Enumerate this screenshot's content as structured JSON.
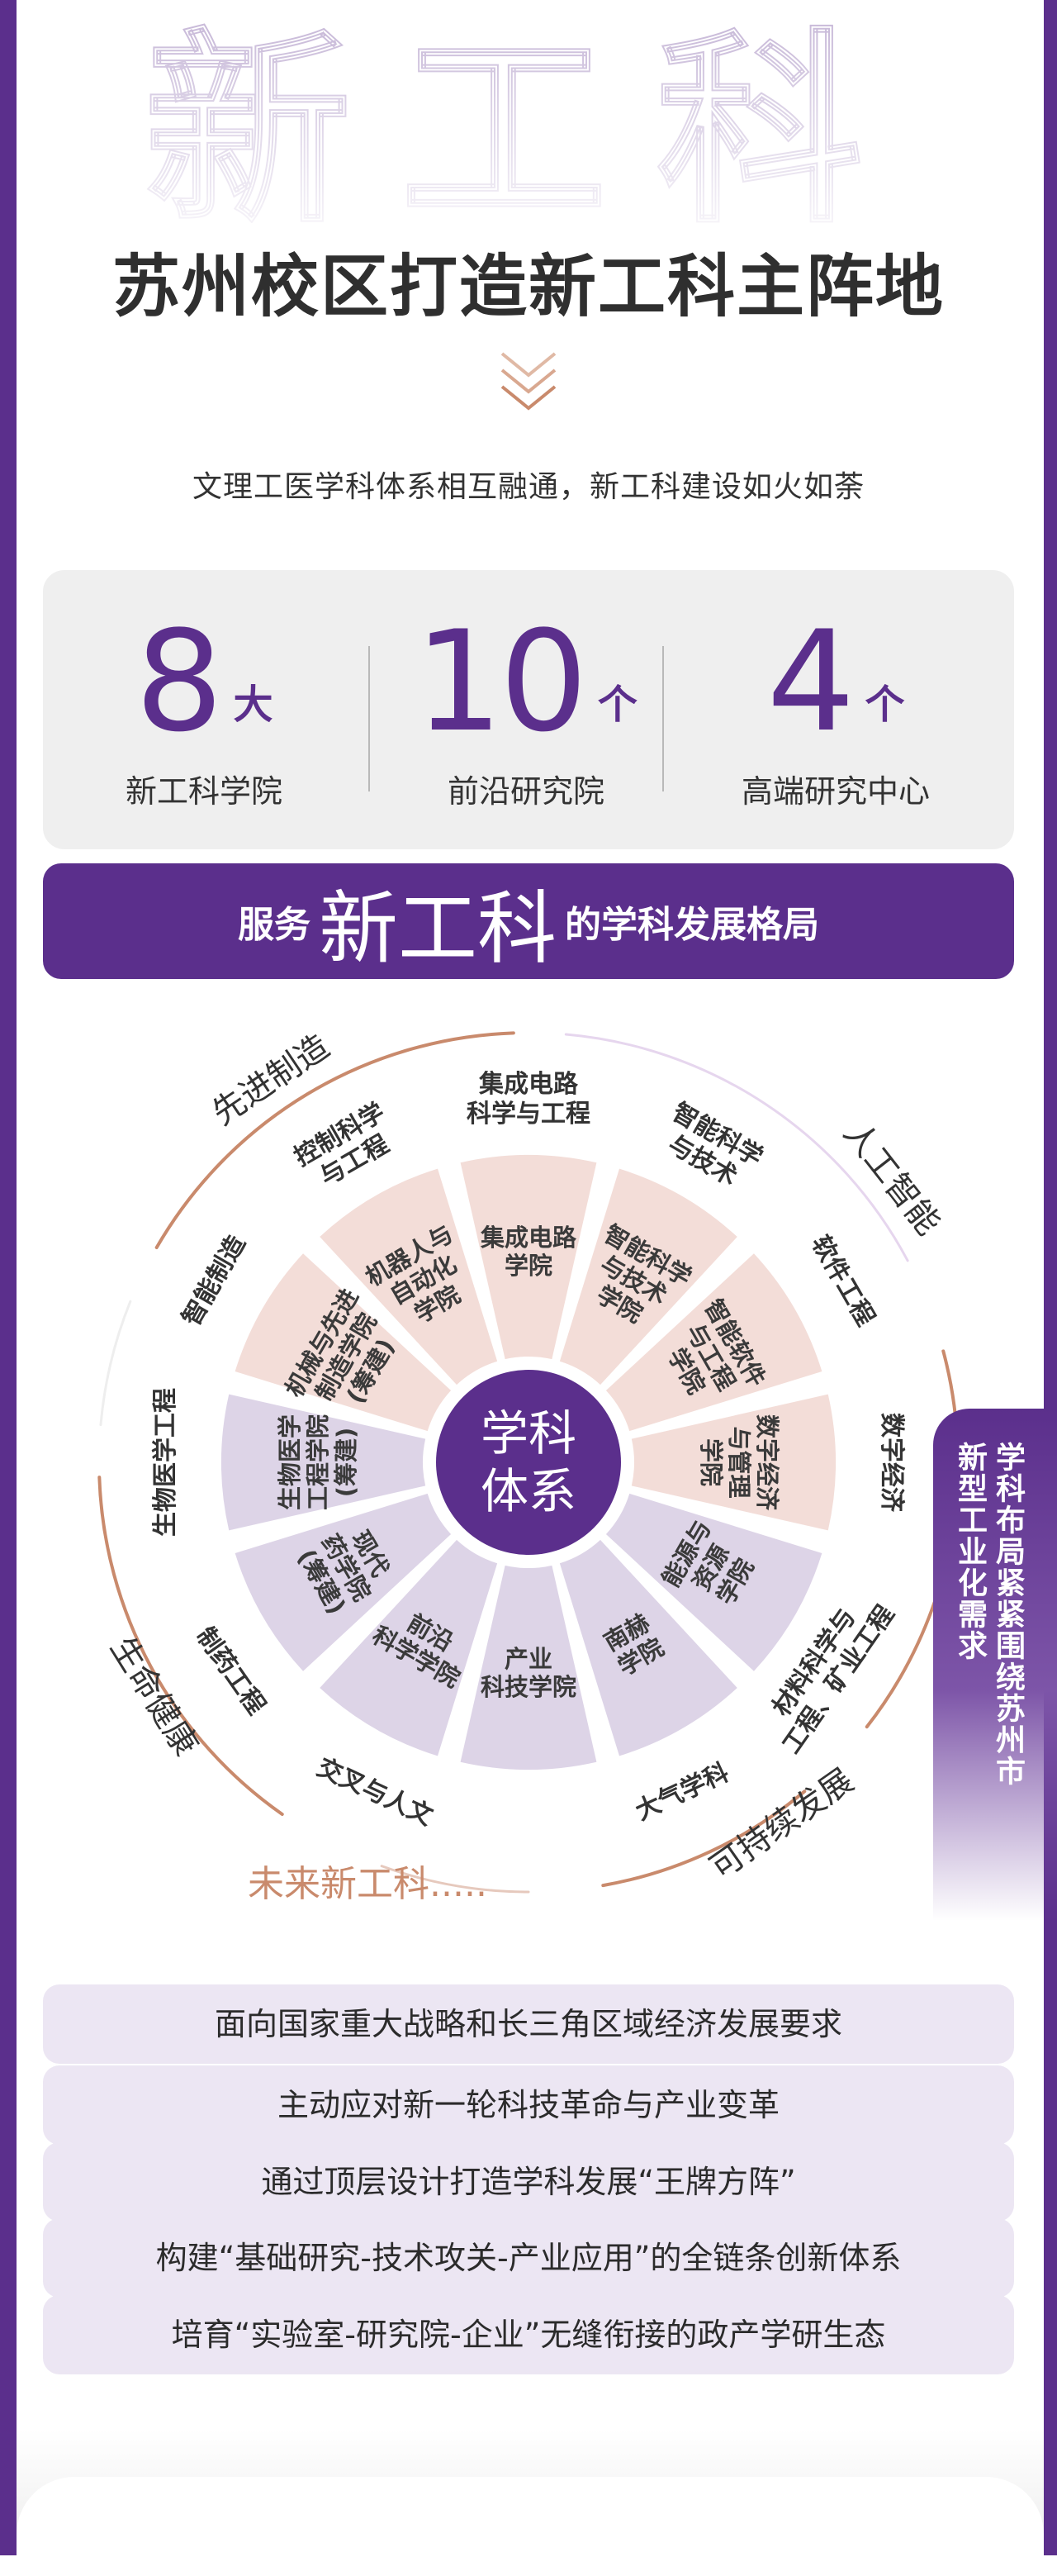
{
  "watermark": {
    "text": "新工科"
  },
  "header": {
    "title": "苏州校区打造新工科主阵地",
    "subtitle": "文理工医学科体系相互融通，新工科建设如火如荼"
  },
  "stats": [
    {
      "number": "8",
      "unit": "大",
      "label": "新工科学院"
    },
    {
      "number": "10",
      "unit": "个",
      "label": "前沿研究院"
    },
    {
      "number": "4",
      "unit": "个",
      "label": "高端研究中心"
    }
  ],
  "banner": {
    "prefix": "服务",
    "highlight": "新工科",
    "suffix": "的学科发展格局"
  },
  "wheel": {
    "center_line1": "学科",
    "center_line2": "体系",
    "colleges": [
      {
        "lines": [
          "集成电路",
          "学院"
        ]
      },
      {
        "lines": [
          "智能科学",
          "与技术",
          "学院"
        ]
      },
      {
        "lines": [
          "智能软件",
          "与工程",
          "学院"
        ]
      },
      {
        "lines": [
          "数字经济",
          "与管理",
          "学院"
        ]
      },
      {
        "lines": [
          "能源与",
          "资源",
          "学院"
        ]
      },
      {
        "lines": [
          "南赫",
          "学院"
        ]
      },
      {
        "lines": [
          "产业",
          "科技学院"
        ]
      },
      {
        "lines": [
          "前沿",
          "科学学院"
        ]
      },
      {
        "lines": [
          "现代",
          "药学院",
          "(筹建)"
        ]
      },
      {
        "lines": [
          "生物医学",
          "工程学院",
          "(筹建)"
        ]
      },
      {
        "lines": [
          "机械与先进",
          "制造学院",
          "(筹建)"
        ]
      },
      {
        "lines": [
          "机器人与",
          "自动化",
          "学院"
        ]
      }
    ],
    "disciplines": [
      {
        "lines": [
          "集成电路",
          "科学与工程"
        ]
      },
      {
        "lines": [
          "智能科学",
          "与技术"
        ]
      },
      {
        "lines": [
          "软件工程"
        ]
      },
      {
        "lines": [
          "数字经济"
        ]
      },
      {
        "lines": [
          "材料科学与",
          "工程、矿业工程"
        ]
      },
      {
        "lines": [
          "大气学科"
        ]
      },
      {
        "lines": [
          "交叉与人文"
        ]
      },
      {
        "lines": [
          "制药工程"
        ]
      },
      {
        "lines": [
          "生物医学工程"
        ]
      },
      {
        "lines": [
          "智能制造"
        ]
      },
      {
        "lines": [
          "控制科学",
          "与工程"
        ]
      }
    ],
    "arc_labels": {
      "advanced_manufacturing": "先进制造",
      "ai": "人工智能",
      "life_health": "生命健康",
      "sustainable": "可持续发展",
      "future": "未来新工科....."
    }
  },
  "side_tag": {
    "line1": "学科布局紧紧围绕苏州市",
    "line2": "新型工业化需求"
  },
  "bullets": [
    "面向国家重大战略和长三角区域经济发展要求",
    "主动应对新一轮科技革命与产业变革",
    "通过顶层设计打造学科发展“王牌方阵”",
    "构建“基础研究-技术攻关-产业应用”的全链条创新体系",
    "培育“实验室-研究院-企业”无缝衔接的政产学研生态"
  ],
  "colors": {
    "brand_purple": "#5b2f8c",
    "segment_pink": "#f3ddd8",
    "segment_lavender": "#ddd4e7",
    "arc_brown": "#c98a6c",
    "pill_bg": "#ece6f3"
  }
}
